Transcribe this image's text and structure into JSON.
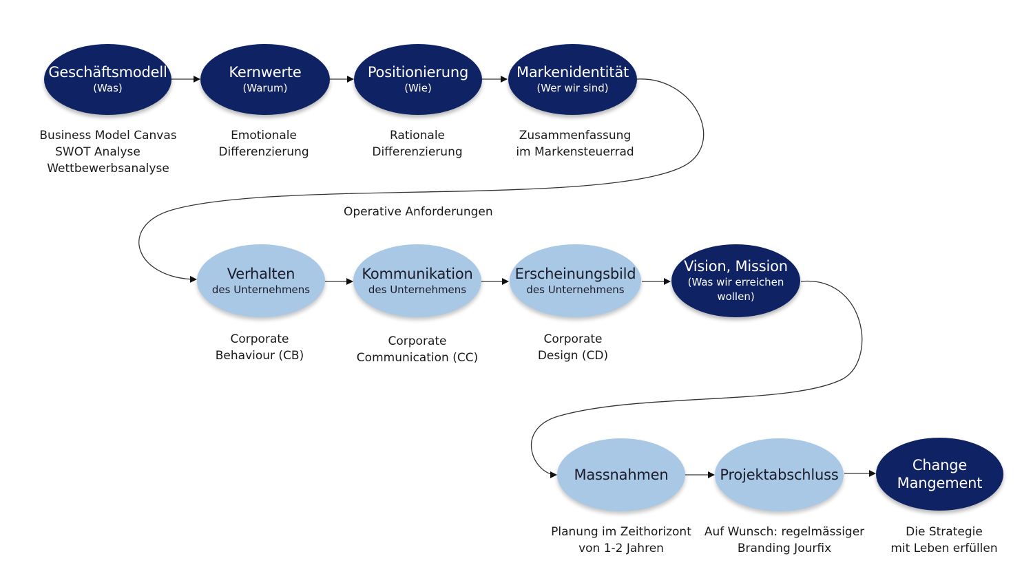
{
  "colors": {
    "dark": "#0f2263",
    "light": "#a9c8e6",
    "connector": "#333333"
  },
  "nodes": [
    {
      "title": "Geschäftsmodell",
      "sub": "(Was)",
      "caption": [
        "Business Model Canvas",
        "SWOT Analyse",
        "Wettbewerbsanalyse"
      ]
    },
    {
      "title": "Kernwerte",
      "sub": "(Warum)",
      "caption": [
        "Emotionale",
        "Differenzierung"
      ]
    },
    {
      "title": "Positionierung",
      "sub": "(Wie)",
      "caption": [
        "Rationale",
        "Differenzierung"
      ]
    },
    {
      "title": "Markenidentität",
      "sub": "(Wer wir sind)",
      "caption": [
        "Zusammenfassung",
        "im Markensteuerrad"
      ]
    },
    {
      "title": "Verhalten",
      "sub": "des Unternehmens",
      "caption": [
        "Corporate",
        "Behaviour (CB)"
      ]
    },
    {
      "title": "Kommunikation",
      "sub": "des Unternehmens",
      "caption": [
        "Corporate",
        "Communication (CC)"
      ]
    },
    {
      "title": "Erscheinungsbild",
      "sub": "des Unternehmens",
      "caption": [
        "Corporate",
        "Design (CD)"
      ]
    },
    {
      "title": "Vision, Mission",
      "sub": [
        "(Was wir erreichen",
        "wollen)"
      ],
      "caption": []
    },
    {
      "title": "Massnahmen",
      "caption": [
        "Planung im Zeithorizont",
        "von 1-2 Jahren"
      ]
    },
    {
      "title": "Projektabschluss",
      "caption": [
        "Auf Wunsch: regelmässiger",
        "Branding Jourfix"
      ]
    },
    {
      "title": [
        "Change",
        "Mangement"
      ],
      "caption": [
        "Die Strategie",
        "mit Leben erfüllen"
      ]
    }
  ],
  "connector_label": "Operative Anforderungen"
}
